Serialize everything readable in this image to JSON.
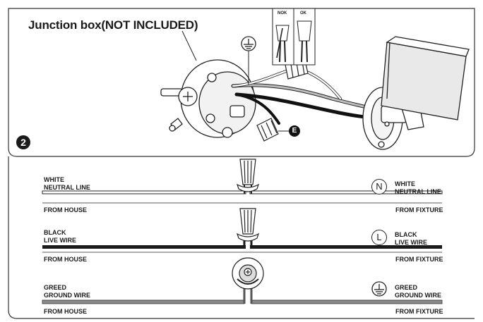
{
  "title": "Junction box(NOT INCLUDED)",
  "step_number": "2",
  "callout_letter": "E",
  "inset": {
    "nok_label": "NOK",
    "ok_label": "OK"
  },
  "wires": [
    {
      "left_label_1": "WHITE",
      "left_label_2": "NEUTRAL LINE",
      "right_symbol": "N",
      "right_label_1": "WHITE",
      "right_label_2": "NEUTRAL LINE",
      "from_left": "FROM HOUSE",
      "from_right": "FROM FIXTURE",
      "color": "#ffffff"
    },
    {
      "left_label_1": "BLACK",
      "left_label_2": "LIVE WIRE",
      "right_symbol": "L",
      "right_label_1": "BLACK",
      "right_label_2": "LIVE WIRE",
      "from_left": "FROM HOUSE",
      "from_right": "FROM FIXTURE",
      "color": "#1a1a1a"
    },
    {
      "left_label_1": "GREED",
      "left_label_2": "GROUND WIRE",
      "right_symbol": "ground-symbol",
      "right_label_1": "GREED",
      "right_label_2": "GROUND WIRE",
      "from_left": "FROM HOUSE",
      "from_right": "FROM FIXTURE",
      "color": "#8a8a8a"
    }
  ]
}
